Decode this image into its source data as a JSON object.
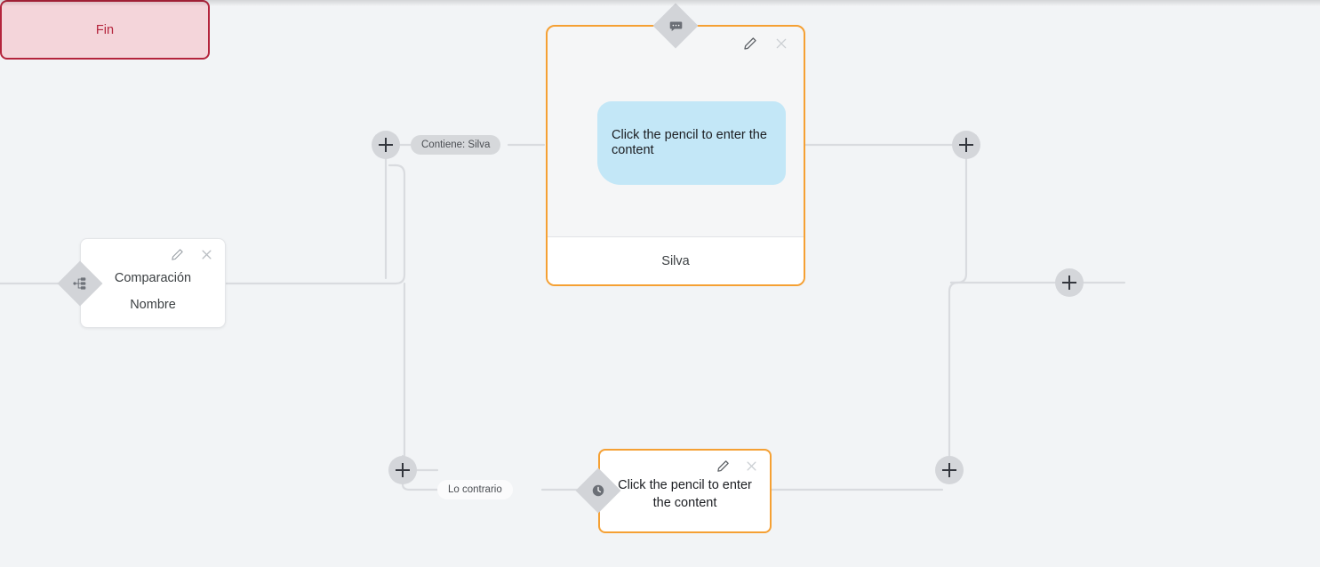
{
  "canvas": {
    "background_color": "#f2f4f6",
    "accent_selected_color": "#f5a033",
    "end_node_color": "#b4243c",
    "bubble_color": "#c3e7f7"
  },
  "nodes": {
    "comparison": {
      "title": "Comparación",
      "subtitle": "Nombre",
      "badge_icon": "branch-icon",
      "edit_icon": "pencil-icon",
      "close_icon": "close-icon"
    },
    "message_top": {
      "bubble_text": "Click the pencil to enter the content",
      "footer_label": "Silva",
      "badge_icon": "chat-bubble-icon",
      "edit_icon": "pencil-icon",
      "close_icon": "close-icon"
    },
    "message_bottom": {
      "text": "Click the pencil to enter the content",
      "badge_icon": "clock-icon",
      "edit_icon": "pencil-icon",
      "close_icon": "close-icon"
    },
    "end": {
      "label": "Fin"
    }
  },
  "edge_labels": {
    "branch_true": "Contiene: Silva",
    "branch_false": "Lo contrario"
  },
  "add_buttons": [
    {
      "name": "add-node-top-left",
      "icon": "plus-icon"
    },
    {
      "name": "add-node-bottom-left",
      "icon": "plus-icon"
    },
    {
      "name": "add-node-top-right",
      "icon": "plus-icon"
    },
    {
      "name": "add-node-bottom-right",
      "icon": "plus-icon"
    },
    {
      "name": "add-node-before-end",
      "icon": "plus-icon"
    }
  ]
}
